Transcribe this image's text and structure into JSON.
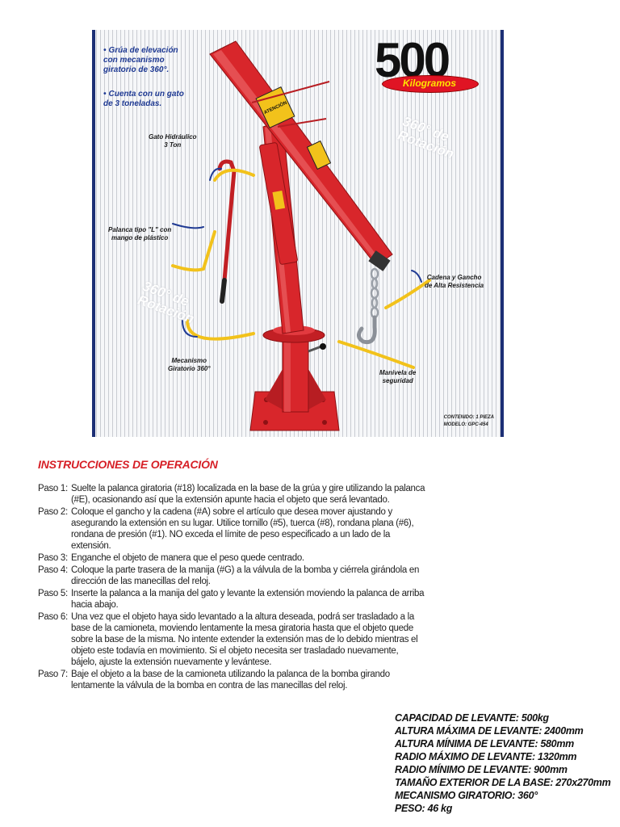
{
  "product_panel": {
    "features": [
      "Grúa de elevación\ncon mecanismo\ngiratorio de 360°.",
      "Cuenta con un gato\nde 3 toneladas."
    ],
    "bullet": "•",
    "badge": {
      "number": "500",
      "unit": "Kilogramos"
    },
    "callouts": {
      "jack": "Gato Hidráulico\n3 Ton",
      "lever": "Palanca tipo \"L\" con\nmango de plástico",
      "chain": "Cadena y Gancho\nde Alta Resistencia",
      "swivel": "Mecanismo\nGiratorio 360°",
      "crank": "Manivela de\nseguridad"
    },
    "ghost_labels": [
      "360° de\nRotación",
      "360° de\nRotación"
    ],
    "contents": {
      "line1": "CONTENIDO: 1 PIEZA",
      "line2": "MODELO: GPC-454"
    },
    "warning_label": "ATENCIÓN",
    "colors": {
      "crane_red": "#d8262b",
      "border_navy": "#1c2f75",
      "arrow_yellow": "#f2c21b",
      "arrow_blue": "#1f3a93"
    }
  },
  "instructions": {
    "title": "INSTRUCCIONES DE OPERACIÓN",
    "steps": [
      {
        "label": "Paso 1:",
        "text": "Suelte la palanca giratoria (#18) localizada en la base de la grúa y gire utilizando la palanca (#E), ocasionando así que la extensión apunte hacia el objeto que será levantado."
      },
      {
        "label": "Paso 2:",
        "text": "Coloque el gancho y la cadena (#A) sobre el artículo que desea mover ajustando y asegurando la extensión en su lugar. Utilice tornillo (#5), tuerca (#8), rondana plana (#6), rondana de presión (#1). NO exceda el límite de peso especificado a un lado de la extensión."
      },
      {
        "label": "Paso 3:",
        "text": "Enganche el objeto de manera que el peso quede centrado."
      },
      {
        "label": "Paso 4:",
        "text": "Coloque la parte trasera de la manija (#G) a la válvula de la bomba y ciérrela girándola en dirección de las manecillas del reloj."
      },
      {
        "label": "Paso 5:",
        "text": "Inserte la palanca a la manija del gato y levante la extensión moviendo la palanca de arriba hacia abajo."
      },
      {
        "label": "Paso 6:",
        "text": "Una vez que el objeto haya sido levantado a la altura deseada, podrá ser trasladado a la base de la camioneta, moviendo lentamente la mesa giratoria hasta que el objeto quede sobre la base de la misma. No intente extender la extensión mas de lo debido mientras el objeto este todavía en movimiento.  Si el objeto necesita ser trasladado nuevamente, bájelo, ajuste la extensión nuevamente y levántese."
      },
      {
        "label": "Paso 7:",
        "text": "Baje el objeto a la base de la camioneta utilizando la palanca de la bomba girando lentamente la válvula de la bomba en contra de las manecillas del reloj."
      }
    ]
  },
  "specs": [
    "CAPACIDAD DE LEVANTE: 500kg",
    "ALTURA MÁXIMA DE LEVANTE: 2400mm",
    "ALTURA MÍNIMA DE LEVANTE: 580mm",
    "RADIO MÁXIMO DE LEVANTE: 1320mm",
    "RADIO MÍNIMO DE LEVANTE: 900mm",
    "TAMAÑO EXTERIOR DE LA BASE: 270x270mm",
    "MECANISMO GIRATORIO: 360°",
    "PESO: 46 kg"
  ]
}
